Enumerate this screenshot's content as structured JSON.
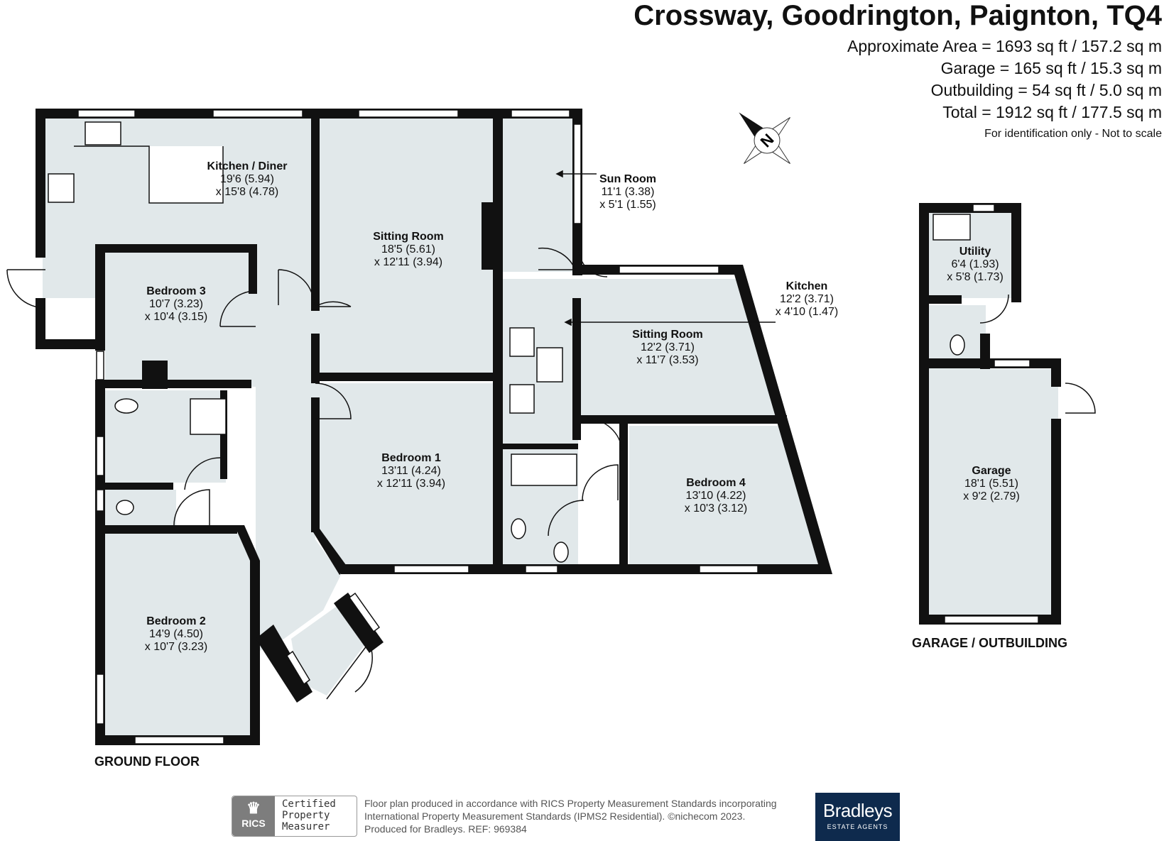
{
  "header": {
    "title": "Crossway, Goodrington, Paignton, TQ4",
    "areas": [
      "Approximate Area = 1693 sq ft / 157.2 sq m",
      "Garage = 165 sq ft / 15.3 sq m",
      "Outbuilding = 54 sq ft / 5.0 sq m",
      "Total = 1912 sq ft / 177.5 sq m"
    ],
    "note": "For identification only - Not to scale"
  },
  "compass": {
    "label": "N"
  },
  "rooms": [
    {
      "name": "Kitchen / Diner",
      "dims": [
        "19'6 (5.94)",
        "x 15'8 (4.78)"
      ]
    },
    {
      "name": "Sitting Room",
      "dims": [
        "18'5 (5.61)",
        "x 12'11 (3.94)"
      ]
    },
    {
      "name": "Sun Room",
      "dims": [
        "11'1 (3.38)",
        "x 5'1 (1.55)"
      ]
    },
    {
      "name": "Bedroom 3",
      "dims": [
        "10'7 (3.23)",
        "x 10'4 (3.15)"
      ]
    },
    {
      "name": "Kitchen",
      "dims": [
        "12'2 (3.71)",
        "x 4'10 (1.47)"
      ]
    },
    {
      "name": "Sitting Room",
      "dims": [
        "12'2 (3.71)",
        "x 11'7 (3.53)"
      ]
    },
    {
      "name": "Bedroom 1",
      "dims": [
        "13'11 (4.24)",
        "x 12'11 (3.94)"
      ]
    },
    {
      "name": "Bedroom 4",
      "dims": [
        "13'10 (4.22)",
        "x 10'3 (3.12)"
      ]
    },
    {
      "name": "Bedroom 2",
      "dims": [
        "14'9 (4.50)",
        "x 10'7 (3.23)"
      ]
    },
    {
      "name": "Utility",
      "dims": [
        "6'4 (1.93)",
        "x 5'8 (1.73)"
      ]
    },
    {
      "name": "Garage",
      "dims": [
        "18'1 (5.51)",
        "x 9'2 (2.79)"
      ]
    }
  ],
  "floors": {
    "ground": "GROUND FLOOR",
    "garage": "GARAGE / OUTBUILDING"
  },
  "footer": {
    "lines": [
      "Floor plan produced in accordance with RICS Property Measurement Standards incorporating",
      "International Property Measurement Standards (IPMS2 Residential).  ©nichecom 2023.",
      "Produced for Bradleys.   REF:  969384"
    ],
    "rics_logo": "RICS",
    "rics_badge": [
      "Certified",
      "Property",
      "Measurer"
    ],
    "brand_name": "Bradleys",
    "brand_sub": "ESTATE AGENTS"
  },
  "colors": {
    "wall": "#111111",
    "room_fill": "#e1e8ea",
    "brand": "#0e2a4d"
  }
}
